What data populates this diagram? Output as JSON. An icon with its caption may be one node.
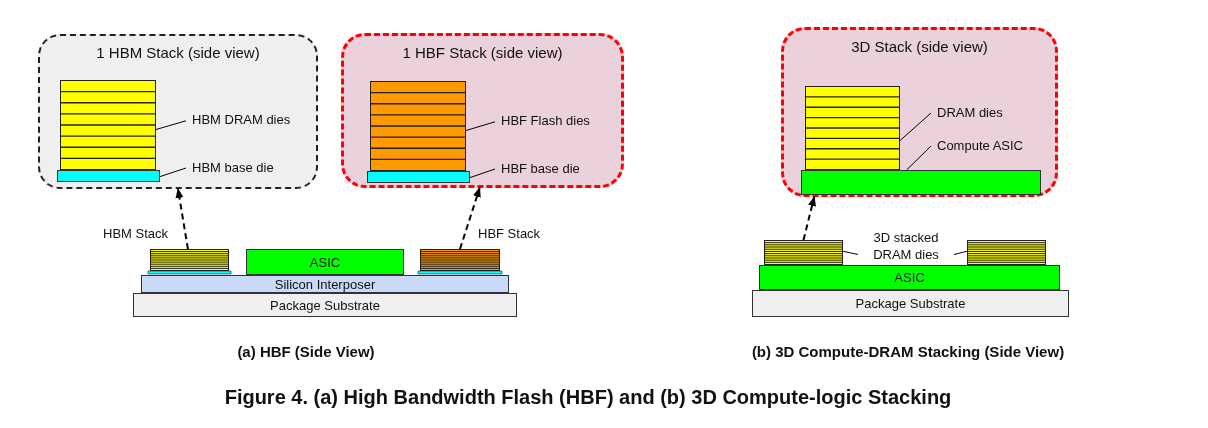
{
  "diagram": {
    "caption": "Figure 4. (a) High Bandwidth Flash (HBF) and (b) 3D Compute-logic Stacking",
    "nodes": [
      {
        "text": [
          "1 HBM Stack (side view)"
        ]
      },
      {
        "text": [],
        "shape": "box",
        "in": 0
      },
      {
        "text": [
          "HBM DRAM dies"
        ],
        "in": 0
      },
      {
        "text": [],
        "shape": "bar",
        "in": 0
      },
      {
        "text": [
          "HBM base die"
        ],
        "in": 0
      },
      {
        "text": [
          "1 HBF Stack (side view)"
        ]
      },
      {
        "text": [],
        "shape": "box",
        "in": 5
      },
      {
        "text": [
          "HBF Flash dies"
        ],
        "in": 5
      },
      {
        "text": [],
        "shape": "bar",
        "in": 5
      },
      {
        "text": [
          "HBF base die"
        ],
        "in": 5
      },
      {
        "text": [
          "ASIC"
        ]
      },
      {
        "text": [
          "Silicon Interposer"
        ]
      },
      {
        "text": [
          "Package Substrate"
        ]
      },
      {
        "text": [],
        "shape": "box"
      },
      {
        "text": [],
        "shape": "box"
      },
      {
        "text": [
          "3D Stack (side view)"
        ]
      },
      {
        "text": [],
        "shape": "box",
        "in": 15
      },
      {
        "text": [
          "DRAM dies"
        ],
        "in": 15
      },
      {
        "text": [],
        "shape": "bar",
        "in": 15
      },
      {
        "text": [
          "Compute ASIC"
        ],
        "in": 15
      },
      {
        "text": [],
        "shape": "box"
      },
      {
        "text": [
          "3D stacked DRAM dies"
        ]
      },
      {
        "text": [],
        "shape": "box"
      },
      {
        "text": [
          "ASIC"
        ]
      },
      {
        "text": [
          "Package Substrate"
        ]
      }
    ],
    "edges": [
      {
        "from": 13,
        "to": 0,
        "arrow": "to",
        "style": "dashed"
      },
      {
        "from": 14,
        "to": 5,
        "arrow": "to",
        "style": "dashed"
      },
      {
        "from": 20,
        "to": 15,
        "arrow": "to",
        "style": "dashed"
      },
      {
        "from": 2,
        "to": 1,
        "arrow": "none"
      },
      {
        "from": 4,
        "to": 3,
        "arrow": "none"
      },
      {
        "from": 7,
        "to": 6,
        "arrow": "none"
      },
      {
        "from": 9,
        "to": 8,
        "arrow": "none"
      },
      {
        "from": 17,
        "to": 16,
        "arrow": "none"
      },
      {
        "from": 19,
        "to": 18,
        "arrow": "none"
      },
      {
        "from": 21,
        "to": 20,
        "arrow": "none"
      },
      {
        "from": 21,
        "to": 22,
        "arrow": "none"
      }
    ],
    "labels": [
      "HBM Stack",
      "HBF Stack",
      "(a) HBF (Side View)",
      "(b) 3D Compute-DRAM Stacking (Side View)"
    ]
  }
}
